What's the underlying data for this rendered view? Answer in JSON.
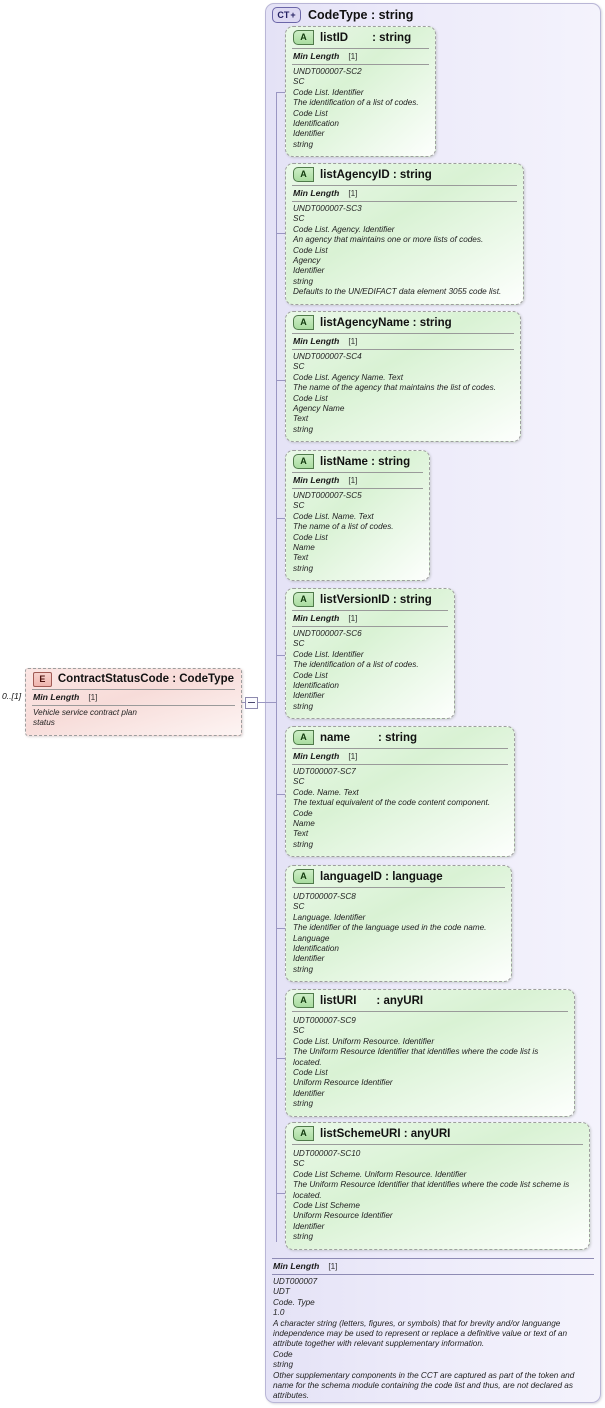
{
  "diagram": {
    "kind": "xsd-schema-diagram",
    "complex_type": {
      "badge": "CT",
      "badge_plus": "+",
      "title": "CodeType : string",
      "facet_name": "Min Length",
      "facet_value": "[1]",
      "doc_lines": [
        "UDT000007",
        "UDT",
        "Code. Type",
        "1.0",
        "A character string (letters, figures, or symbols) that for brevity and/or languange independence may be used to represent or replace a definitive value or text of an attribute together with relevant supplementary information.",
        "Code",
        "string",
        "Other supplementary components in the CCT are captured as part of the token and name for the schema module containing the code list and thus, are not declared as attributes."
      ]
    },
    "element": {
      "badge": "E",
      "title": "ContractStatusCode : CodeType",
      "cardinality": "0..[1]",
      "facet_name": "Min Length",
      "facet_value": "[1]",
      "doc_lines": [
        "Vehicle service contract plan",
        "status"
      ]
    },
    "attributes": [
      {
        "badge": "A",
        "name": "listID",
        "type": ": string",
        "facet_name": "Min Length",
        "facet_value": "[1]",
        "doc_lines": [
          "UNDT000007-SC2",
          "SC",
          "Code List. Identifier",
          "The identification of a list of codes.",
          "Code List",
          "Identification",
          "Identifier",
          "string"
        ]
      },
      {
        "badge": "A",
        "name": "listAgencyID : string",
        "type": "",
        "facet_name": "Min Length",
        "facet_value": "[1]",
        "doc_lines": [
          "UNDT000007-SC3",
          "SC",
          "Code List. Agency. Identifier",
          "An agency that maintains one or more lists of codes.",
          "Code List",
          "Agency",
          "Identifier",
          "string",
          "Defaults to the UN/EDIFACT data element 3055 code list."
        ]
      },
      {
        "badge": "A",
        "name": "listAgencyName : string",
        "type": "",
        "facet_name": "Min Length",
        "facet_value": "[1]",
        "doc_lines": [
          "UNDT000007-SC4",
          "SC",
          "Code List. Agency Name. Text",
          "The name of the agency that maintains the list of codes.",
          "Code List",
          "Agency Name",
          "Text",
          "string"
        ]
      },
      {
        "badge": "A",
        "name": "listName : string",
        "type": "",
        "facet_name": "Min Length",
        "facet_value": "[1]",
        "doc_lines": [
          "UNDT000007-SC5",
          "SC",
          "Code List. Name. Text",
          "The name of a list of codes.",
          "Code List",
          "Name",
          "Text",
          "string"
        ]
      },
      {
        "badge": "A",
        "name": "listVersionID : string",
        "type": "",
        "facet_name": "Min Length",
        "facet_value": "[1]",
        "doc_lines": [
          "UNDT000007-SC6",
          "SC",
          "Code List. Identifier",
          "The identification of a list of codes.",
          "Code List",
          "Identification",
          "Identifier",
          "string"
        ]
      },
      {
        "badge": "A",
        "name": "name",
        "type": ": string",
        "facet_name": "Min Length",
        "facet_value": "[1]",
        "doc_lines": [
          "UDT000007-SC7",
          "SC",
          "Code. Name. Text",
          "The textual equivalent of the code content component.",
          "Code",
          "Name",
          "Text",
          "string"
        ]
      },
      {
        "badge": "A",
        "name": "languageID : language",
        "type": "",
        "facet_name": "",
        "facet_value": "",
        "doc_lines": [
          "UDT000007-SC8",
          "SC",
          "Language. Identifier",
          "The identifier of the language used in the code name.",
          "Language",
          "Identification",
          "Identifier",
          "string"
        ]
      },
      {
        "badge": "A",
        "name": "listURI",
        "type": ": anyURI",
        "facet_name": "",
        "facet_value": "",
        "doc_lines": [
          "UDT000007-SC9",
          "SC",
          "Code List. Uniform Resource. Identifier",
          "The Uniform Resource Identifier that identifies where the code list is located.",
          "Code List",
          "Uniform Resource Identifier",
          "Identifier",
          "string"
        ]
      },
      {
        "badge": "A",
        "name": "listSchemeURI : anyURI",
        "type": "",
        "facet_name": "",
        "facet_value": "",
        "doc_lines": [
          "UDT000007-SC10",
          "SC",
          "Code List Scheme. Uniform Resource. Identifier",
          "The Uniform Resource Identifier that identifies where the code list scheme is located.",
          "Code List Scheme",
          "Uniform Resource Identifier",
          "Identifier",
          "string"
        ]
      }
    ]
  },
  "colors": {
    "complex_type_fill": "#e9e7f9",
    "attribute_fill": "#ddf2d8",
    "element_fill": "#f8dfdb",
    "border": "#9e9e9e",
    "connector": "#9a96c2"
  }
}
